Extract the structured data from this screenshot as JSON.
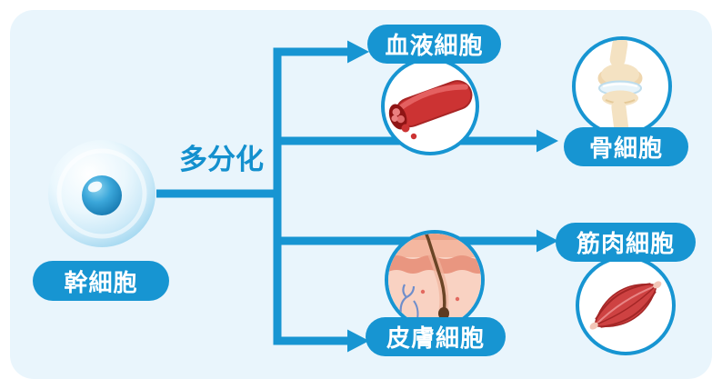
{
  "diagram_title": "stem cell differentiation",
  "source": {
    "label": "幹細胞"
  },
  "process": {
    "label": "多分化"
  },
  "branches": [
    {
      "id": "blood",
      "label": "血液細胞",
      "icon": "blood-vessel-icon"
    },
    {
      "id": "bone",
      "label": "骨細胞",
      "icon": "bone-joint-icon"
    },
    {
      "id": "muscle",
      "label": "筋肉細胞",
      "icon": "muscle-icon"
    },
    {
      "id": "skin",
      "label": "皮膚細胞",
      "icon": "skin-icon"
    }
  ],
  "colors": {
    "accent": "#1795d2",
    "background": "#e9f5fc",
    "label_text": "#ffffff",
    "frame": "#ffffff"
  }
}
